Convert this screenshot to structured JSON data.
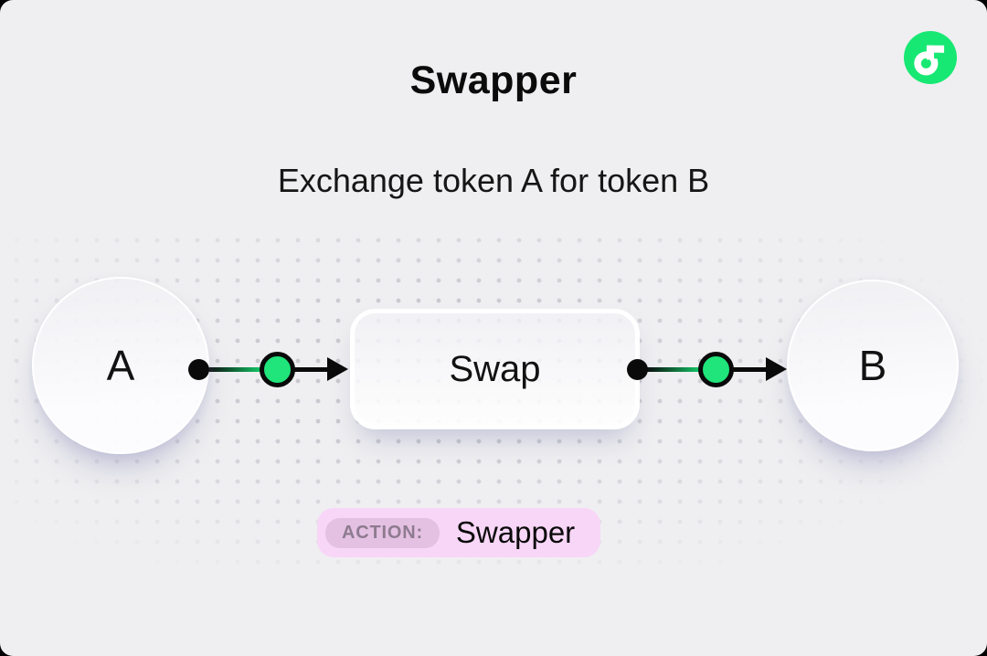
{
  "header": {
    "title": "Swapper",
    "subtitle": "Exchange token A for token B"
  },
  "logo": {
    "icon": "flow-logo-icon"
  },
  "diagram": {
    "token_a": "A",
    "token_b": "B",
    "swap_label": "Swap",
    "connector_icons": [
      "connector-dot",
      "connector-port-green",
      "arrowhead-icon"
    ]
  },
  "badge": {
    "label": "ACTION:",
    "value": "Swapper"
  },
  "colors": {
    "background": "#efeff1",
    "ink": "#0b0b0b",
    "accent_green": "#1fe57a",
    "logo_green": "#17e873",
    "badge_pink": "#f8d6f7",
    "badge_label_pill": "#e4c1e2",
    "badge_label_text": "#8e7b90"
  }
}
